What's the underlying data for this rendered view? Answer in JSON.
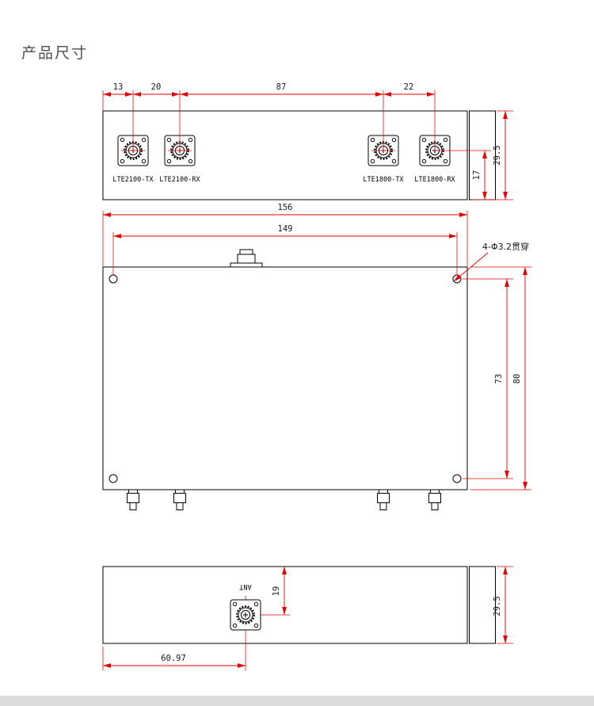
{
  "page": {
    "title": "产品尺寸"
  },
  "colors": {
    "dimension_line": "#e60000",
    "drawing_outline": "#000000",
    "title_text": "#4d4d4d",
    "footer_bar": "#dcdcdc"
  },
  "front_view": {
    "dims_top": [
      "13",
      "20",
      "87",
      "22"
    ],
    "connector_labels": [
      "LTE2100-TX",
      "LTE2100-RX",
      "LTE1800-TX",
      "LTE1800-RX"
    ],
    "dim_connector_to_bottom": "17",
    "dim_overall_height": "29.5"
  },
  "top_view": {
    "dim_overall_width": "156",
    "dim_hole_span_width": "149",
    "dim_hole_span_height": "73",
    "dim_overall_height": "80",
    "hole_note": "4-Φ3.2贯穿"
  },
  "bottom_view": {
    "port_label": "ANT",
    "dim_port_from_top": "19",
    "dim_port_from_left": "60.97",
    "dim_overall_height": "29.5"
  }
}
